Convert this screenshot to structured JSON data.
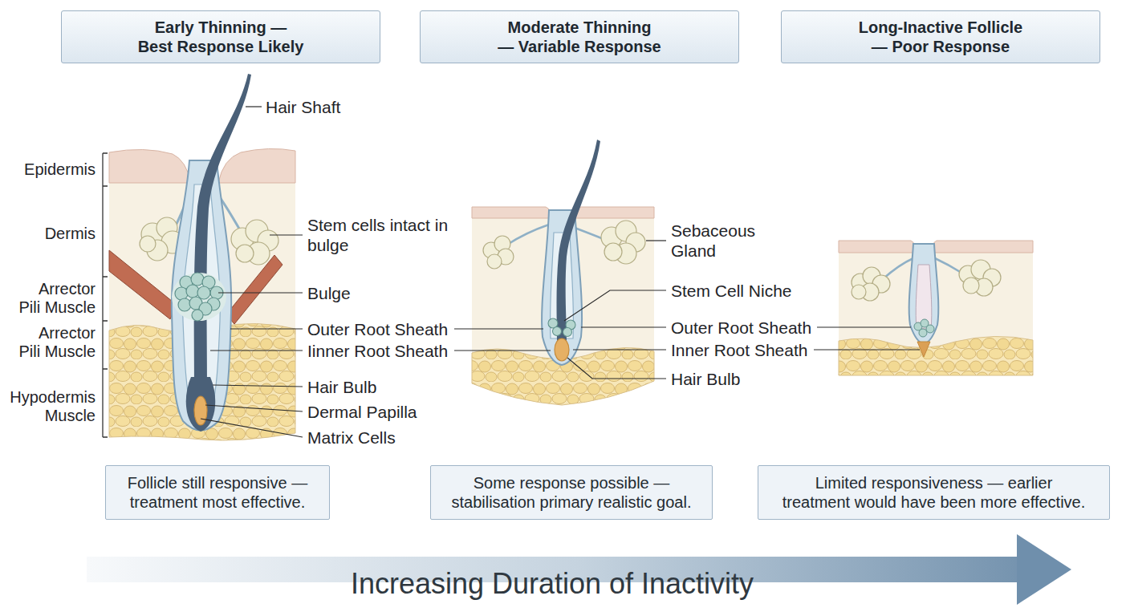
{
  "diagram": {
    "nodes": [
      {
        "text": [
          "Early Thinning — Best Response Likely"
        ]
      },
      {
        "text": [
          "Moderate Thinning — Variable Response"
        ]
      },
      {
        "text": [
          "Long-Inactive Follicle — Poor Response"
        ]
      },
      {
        "text": [
          "Follicle still responsive — treatment most effective."
        ]
      },
      {
        "text": [
          "Some response possible — stabilisation primary realistic goal."
        ]
      },
      {
        "text": [
          "Limited responsiveness — earlier treatment would have been more effective."
        ]
      },
      {
        "text": [
          "Increasing Duration of Inactivity"
        ]
      }
    ],
    "labels": [
      "Hair Shaft",
      "Epidermis",
      "Dermis",
      "Arrector Pili Muscle",
      "Arrector Pili Muscle",
      "Hypodermis Muscle",
      "Stem cells intact in bulge",
      "Bulge",
      "Outer Root Sheath",
      "Iinner Root Sheath",
      "Hair Bulb",
      "Dermal Papilla",
      "Matrix Cells",
      "Sebaceous Gland",
      "Stem Cell Niche",
      "Outer Root Sheath",
      "Inner Root Sheath",
      "Hair Bulb"
    ]
  }
}
